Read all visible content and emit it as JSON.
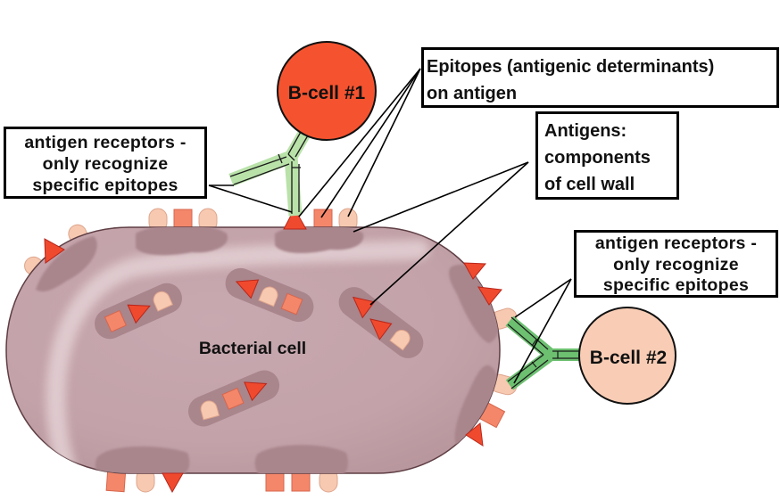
{
  "diagram": {
    "subject": "B-cell antigen receptors binding epitopes on a bacterial cell",
    "bacterial_cell": {
      "label": "Bacterial cell"
    },
    "b_cells": [
      {
        "id": "b1",
        "label": "B-cell #1",
        "color": "#f5532f",
        "binds_epitope": "triangle"
      },
      {
        "id": "b2",
        "label": "B-cell #2",
        "color": "#f9cdb5",
        "binds_epitope": "rounded"
      }
    ],
    "callouts": {
      "receptors_left": {
        "lines": [
          "antigen receptors -",
          "only recognize",
          "specific epitopes"
        ],
        "points_to": "B-cell #1 antigen receptor arms"
      },
      "epitopes": {
        "lines": [
          "Epitopes (antigenic determinants)",
          "on antigen"
        ],
        "points_to": "surface epitopes: triangle, square, rounded"
      },
      "antigens": {
        "lines": [
          "Antigens:",
          "components",
          "of cell wall"
        ],
        "points_to": "cell wall antigen patches"
      },
      "receptors_right": {
        "lines": [
          "antigen receptors -",
          "only recognize",
          "specific epitopes"
        ],
        "points_to": "B-cell #2 antigen receptor arms"
      }
    },
    "epitope_types": [
      {
        "shape": "triangle",
        "color": "#f04a2e"
      },
      {
        "shape": "square",
        "color": "#f4876a"
      },
      {
        "shape": "rounded",
        "color": "#f7c9b0"
      }
    ],
    "colors": {
      "cell_body": "#c6a6ad",
      "cell_patch": "#a9858c",
      "cell_outline": "#5e3e44",
      "receptor_b1": "#b9e2a9",
      "receptor_b2": "#6cc070",
      "label_border": "#000000"
    }
  }
}
